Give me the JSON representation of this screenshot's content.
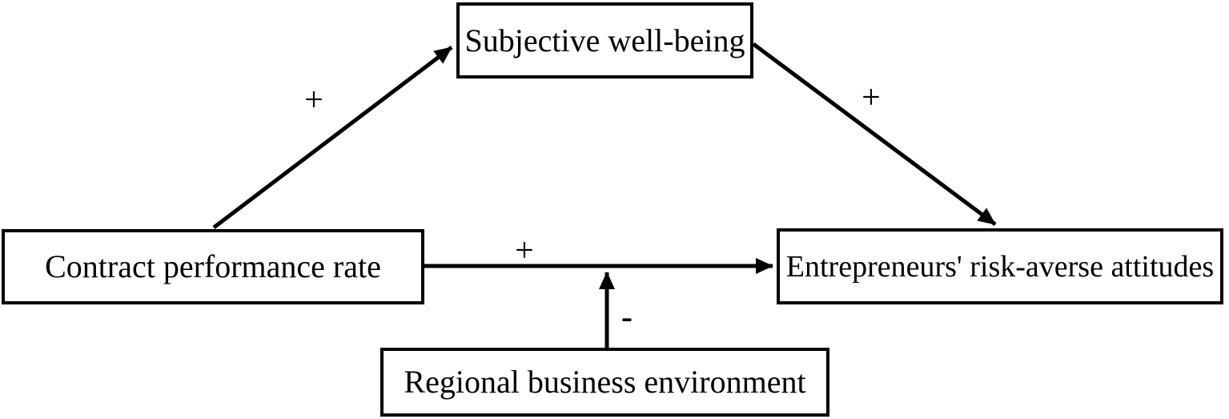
{
  "figure": {
    "type": "path-diagram",
    "background_color": "#ffffff",
    "line_color": "#000000",
    "text_color": "#000000",
    "nodes": [
      {
        "id": "subjective-well-being",
        "label": "Subjective well-being",
        "position": "top-center"
      },
      {
        "id": "contract-performance-rate",
        "label": "Contract performance rate",
        "position": "middle-left"
      },
      {
        "id": "entrepreneurs-risk-averse-attitudes",
        "label": "Entrepreneurs' risk-averse attitudes",
        "position": "middle-right"
      },
      {
        "id": "regional-business-environment",
        "label": "Regional business environment",
        "position": "bottom-center"
      }
    ],
    "edges": [
      {
        "from": "Contract performance rate",
        "to": "Subjective well-being",
        "sign": "+",
        "style": "diagonal-up-arrow"
      },
      {
        "from": "Subjective well-being",
        "to": "Entrepreneurs' risk-averse attitudes",
        "sign": "+",
        "style": "diagonal-down-arrow"
      },
      {
        "from": "Contract performance rate",
        "to": "Entrepreneurs' risk-averse attitudes",
        "sign": "+",
        "style": "horizontal-arrow"
      },
      {
        "from": "Regional business environment",
        "to": "Contract performance rate → Entrepreneurs' risk-averse attitudes path",
        "sign": "-",
        "style": "vertical-moderation-arrow"
      }
    ]
  }
}
